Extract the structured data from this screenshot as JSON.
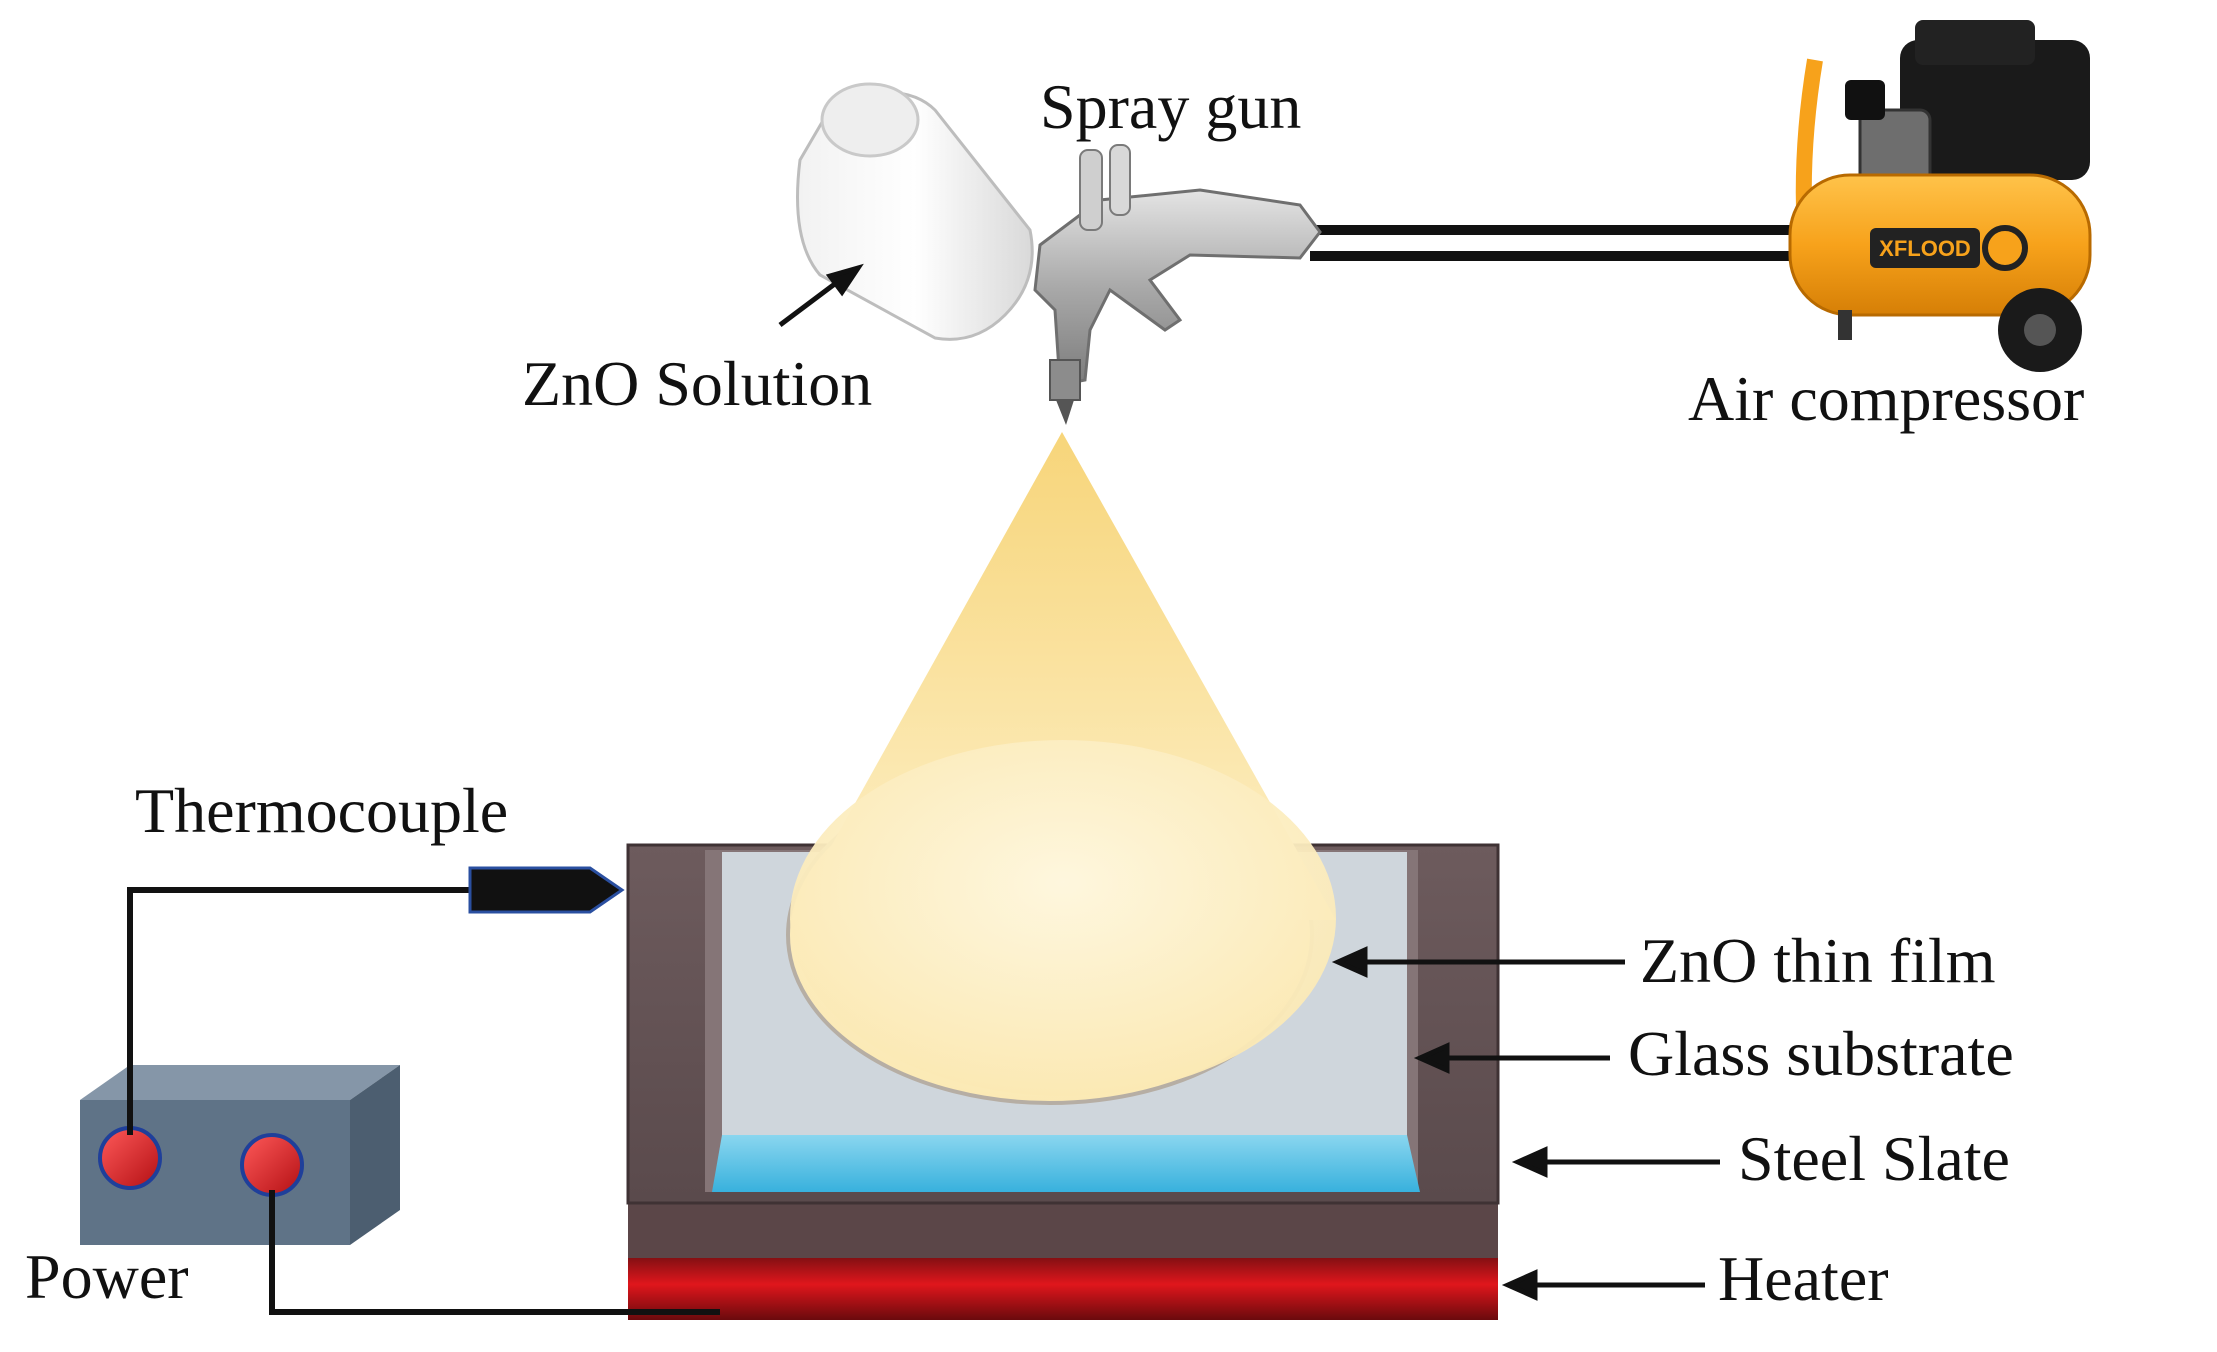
{
  "labels": {
    "spray_gun": "Spray gun",
    "zno_solution": "ZnO Solution",
    "air_compressor": "Air compressor",
    "thermocouple": "Thermocouple",
    "zno_thin_film": "ZnO thin film",
    "glass_substrate": "Glass substrate",
    "steel_slate": "Steel Slate",
    "heater": "Heater",
    "power": "Power",
    "compressor_brand": "XFLOOD"
  },
  "colors": {
    "spray_cone": "#fbe39a",
    "spray_base": "#fdf3d2",
    "steel_slate": "#6b5c5e",
    "glass_substrate": "#cfd6dc",
    "water_layer": "#5ac3e6",
    "heater": "#c0141a",
    "power_box": "#5f7387",
    "power_knob": "#e0141a",
    "compressor": "#f7a21b",
    "spray_gun_body": "#b8b8b8"
  }
}
